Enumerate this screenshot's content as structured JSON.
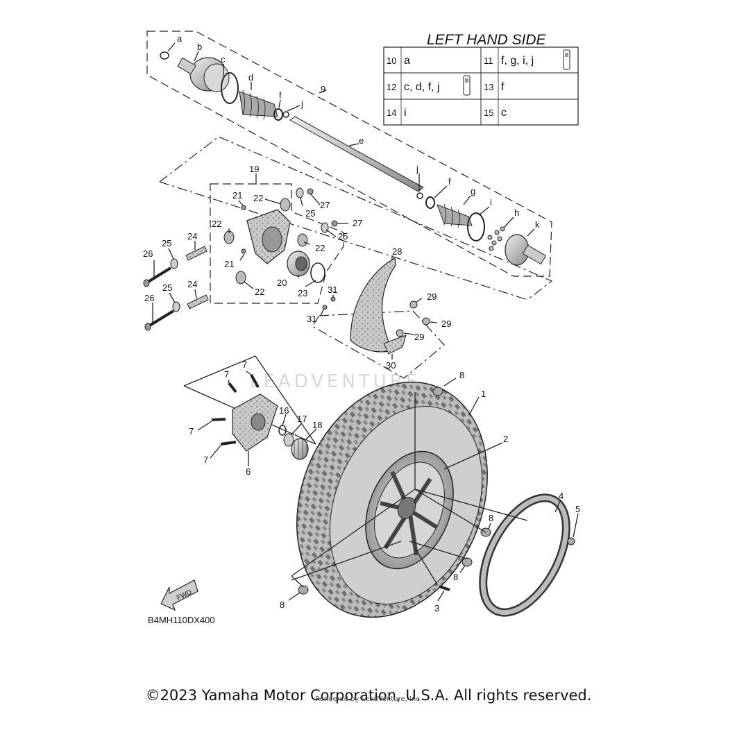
{
  "table": {
    "title": "LEFT HAND SIDE",
    "rows": [
      {
        "num": "10",
        "parts": "a"
      },
      {
        "num": "11",
        "parts": "f, g, i, j"
      },
      {
        "num": "12",
        "parts": "c, d, f, j"
      },
      {
        "num": "13",
        "parts": "f"
      },
      {
        "num": "14",
        "parts": "i"
      },
      {
        "num": "15",
        "parts": "c"
      }
    ]
  },
  "callouts": {
    "a": "a",
    "b": "b",
    "c": "c",
    "d": "d",
    "e": "e",
    "f": "f",
    "g": "g",
    "h": "h",
    "i": "i",
    "j": "j",
    "k": "k",
    "n1": "1",
    "n2": "2",
    "n3": "3",
    "n4": "4",
    "n5": "5",
    "n6": "6",
    "n7": "7",
    "n8": "8",
    "n9": "9",
    "n16": "16",
    "n17": "17",
    "n18": "18",
    "n19": "19",
    "n20": "20",
    "n21": "21",
    "n22": "22",
    "n23": "23",
    "n24": "24",
    "n25": "25",
    "n26": "26",
    "n27": "27",
    "n28": "28",
    "n29": "29",
    "n30": "30",
    "n31": "31"
  },
  "watermark": "LEADVENTURE",
  "fwd_label": "FWD",
  "diagram_code": "B4MH110DX400",
  "copyright": "©2023 Yamaha Motor Corporation, U.S.A. All rights reserved.",
  "rendered_by": "Rendered by LeadVenture, Inc."
}
